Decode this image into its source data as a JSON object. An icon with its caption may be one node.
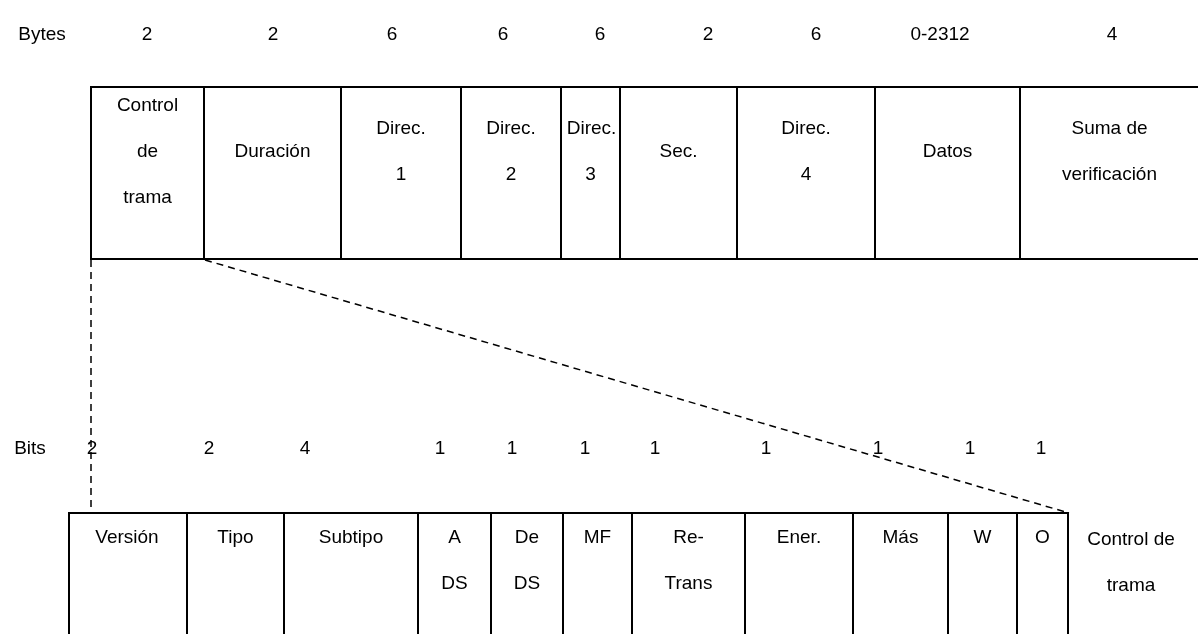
{
  "diagram": {
    "nodes": [
      {
        "text": [
          "Control de trama"
        ]
      },
      {
        "text": [
          "Duración"
        ]
      },
      {
        "text": [
          "Direc. 1"
        ]
      },
      {
        "text": [
          "Direc. 2"
        ]
      },
      {
        "text": [
          "Direc. 3"
        ]
      },
      {
        "text": [
          "Sec."
        ]
      },
      {
        "text": [
          "Direc. 4"
        ]
      },
      {
        "text": [
          "Datos"
        ]
      },
      {
        "text": [
          "Suma de verificación"
        ]
      },
      {
        "text": [],
        "shape": "box",
        "beside": [
          "Control de trama"
        ]
      },
      {
        "text": [
          "Versión"
        ],
        "in": 9
      },
      {
        "text": [
          "Tipo"
        ],
        "in": 9
      },
      {
        "text": [
          "Subtipo"
        ],
        "in": 9
      },
      {
        "text": [
          "A DS"
        ],
        "in": 9
      },
      {
        "text": [
          "De DS"
        ],
        "in": 9
      },
      {
        "text": [
          "MF"
        ],
        "in": 9
      },
      {
        "text": [
          "Re- Trans"
        ],
        "in": 9
      },
      {
        "text": [
          "Ener."
        ],
        "in": 9
      },
      {
        "text": [
          "Más"
        ],
        "in": 9
      },
      {
        "text": [
          "W"
        ],
        "in": 9
      },
      {
        "text": [
          "O"
        ],
        "in": 9
      }
    ],
    "edges": [
      {
        "from": 0,
        "to": 9,
        "arrow": "none",
        "style": "dashed"
      },
      {
        "from": 0,
        "to": 9,
        "arrow": "none",
        "style": "dashed"
      }
    ],
    "labels": [
      "Bytes",
      "2",
      "2",
      "6",
      "6",
      "6",
      "2",
      "6",
      "0-2312",
      "4",
      "Bits",
      "2",
      "2",
      "4",
      "1",
      "1",
      "1",
      "1",
      "1",
      "1",
      "1",
      "1"
    ]
  }
}
